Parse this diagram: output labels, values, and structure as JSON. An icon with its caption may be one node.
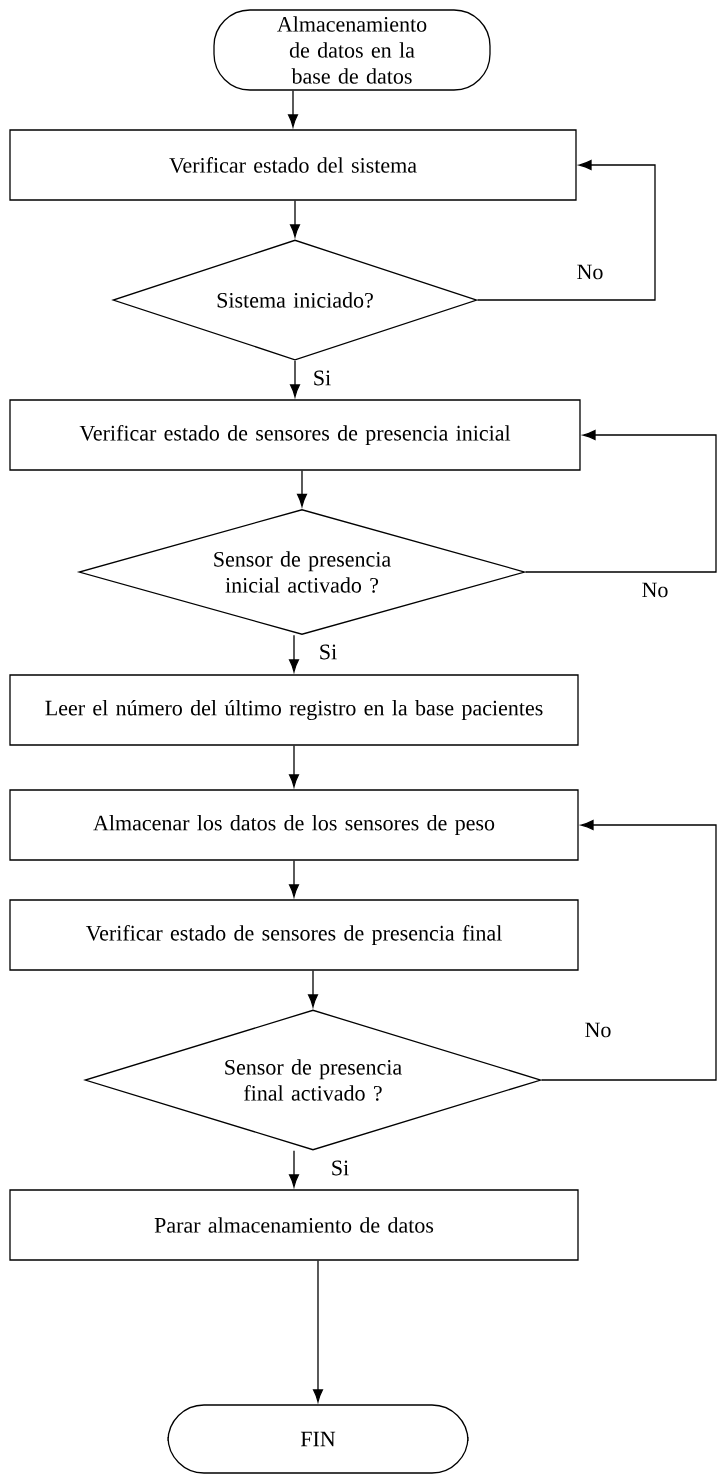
{
  "diagram": {
    "nodes": [
      {
        "text": [
          "Almacenamiento de datos en la base de datos"
        ]
      },
      {
        "text": [
          "Verificar estado del sistema"
        ]
      },
      {
        "text": [
          "Sistema iniciado?"
        ]
      },
      {
        "text": [
          "Verificar estado de sensores de presencia inicial"
        ]
      },
      {
        "text": [
          "Sensor de presencia inicial activado ?"
        ]
      },
      {
        "text": [
          "Leer el número del último registro en la base pacientes"
        ]
      },
      {
        "text": [
          "Almacenar los datos de los sensores de peso"
        ]
      },
      {
        "text": [
          "Verificar estado de sensores de presencia final"
        ]
      },
      {
        "text": [
          "Sensor de presencia final activado ?"
        ]
      },
      {
        "text": [
          "Parar almacenamiento de datos"
        ]
      },
      {
        "text": [
          "FIN"
        ]
      }
    ],
    "edges": [
      {
        "from": 0,
        "to": 1,
        "arrow": "to"
      },
      {
        "from": 1,
        "to": 2,
        "arrow": "to"
      },
      {
        "from": 2,
        "to": 1,
        "arrow": "to",
        "label": "No"
      },
      {
        "from": 2,
        "to": 3,
        "arrow": "to",
        "label": "Si"
      },
      {
        "from": 3,
        "to": 4,
        "arrow": "to"
      },
      {
        "from": 4,
        "to": 3,
        "arrow": "to",
        "label": "No"
      },
      {
        "from": 4,
        "to": 5,
        "arrow": "to",
        "label": "Si"
      },
      {
        "from": 5,
        "to": 6,
        "arrow": "to"
      },
      {
        "from": 6,
        "to": 7,
        "arrow": "to"
      },
      {
        "from": 7,
        "to": 8,
        "arrow": "to"
      },
      {
        "from": 8,
        "to": 6,
        "arrow": "to",
        "label": "No"
      },
      {
        "from": 8,
        "to": 9,
        "arrow": "to",
        "label": "Si"
      },
      {
        "from": 9,
        "to": 10,
        "arrow": "to"
      }
    ]
  }
}
